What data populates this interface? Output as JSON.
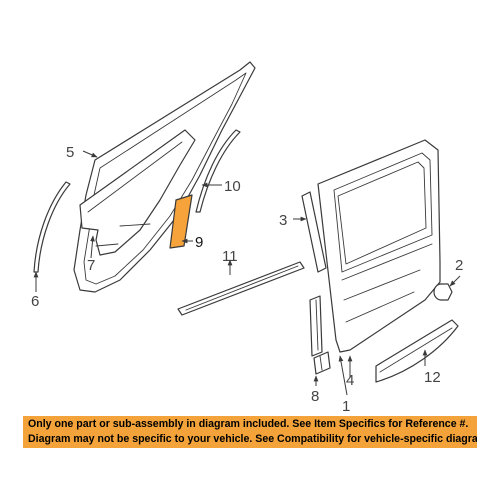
{
  "diagram": {
    "highlight_color": "#f5a33a",
    "callouts": [
      "1",
      "2",
      "3",
      "4",
      "5",
      "6",
      "7",
      "8",
      "9",
      "10",
      "11",
      "12"
    ]
  },
  "notice": {
    "background_color": "#f3a33a",
    "line1": "Only one part or sub-assembly in diagram included. See Item Specifics for Reference #.",
    "line2": "Diagram may not be specific to your vehicle. See Compatibility for vehicle-specific diagrams."
  }
}
